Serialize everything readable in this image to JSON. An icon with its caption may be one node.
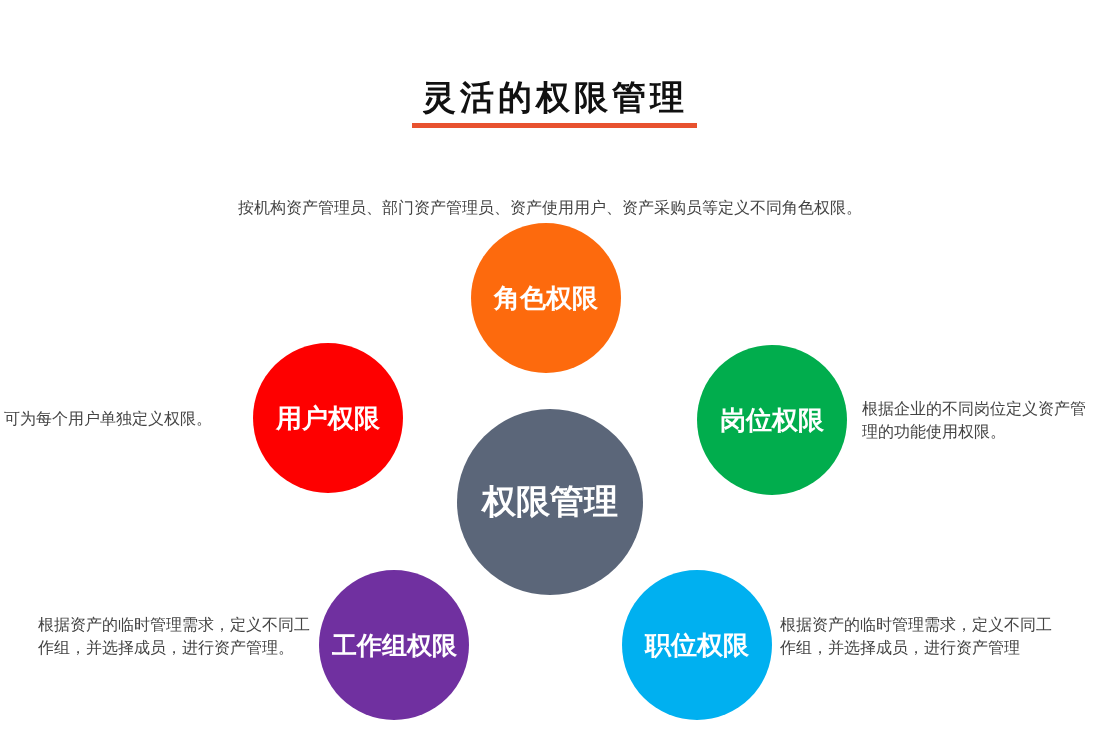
{
  "diagram": {
    "title": "灵活的权限管理",
    "nodes": [
      {
        "text": [
          "角色权限"
        ],
        "beside": [
          "按机构资产管理员、部门资产管理员、资产使用用户、资产采购员等定义不同角色权限。"
        ]
      },
      {
        "text": [
          "用户权限"
        ],
        "beside": [
          "可为每个用户单独定义权限。"
        ]
      },
      {
        "text": [
          "岗位权限"
        ],
        "beside": [
          "根据企业的不同岗位定义资产管理的功能使用权限。"
        ]
      },
      {
        "text": [
          "权限管理"
        ]
      },
      {
        "text": [
          "工作组权限"
        ],
        "beside": [
          "根据资产的临时管理需求，定义不同工作组，并选择成员，进行资产管理。"
        ]
      },
      {
        "text": [
          "职位权限"
        ],
        "beside": [
          "根据资产的临时管理需求，定义不同工作组，并选择成员，进行资产管理"
        ]
      }
    ],
    "edges": []
  }
}
